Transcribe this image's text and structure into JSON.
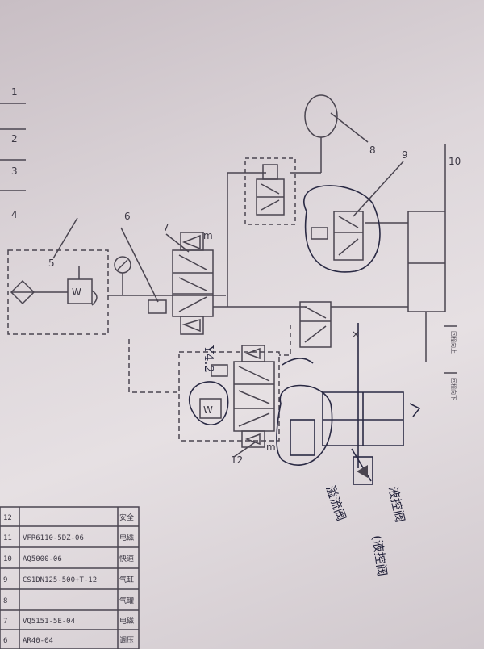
{
  "component_labels": [
    "1",
    "2",
    "3",
    "4",
    "5",
    "6",
    "7",
    "8",
    "9",
    "10",
    "12"
  ],
  "valve_marks": [
    "m",
    "m"
  ],
  "table_rows": [
    {
      "no": "12",
      "spec": "",
      "name": "安全"
    },
    {
      "no": "11",
      "spec": "VFR6110-5DZ-06",
      "name": "电磁"
    },
    {
      "no": "10",
      "spec": "AQ5000-06",
      "name": "快速"
    },
    {
      "no": "9",
      "spec": "CS1DN125-500+T-12",
      "name": "气缸"
    },
    {
      "no": "8",
      "spec": "",
      "name": "气罐"
    },
    {
      "no": "7",
      "spec": "VQ5151-5E-04",
      "name": "电磁"
    },
    {
      "no": "6",
      "spec": "AR40-04",
      "name": "调压"
    }
  ],
  "handwritten": {
    "main_label": "Y4.2",
    "note_1": "液控阀",
    "note_2": "(液控阀",
    "note_3": "溢流阀"
  },
  "rotated_notes": [
    "回程向上",
    "回程向下"
  ]
}
